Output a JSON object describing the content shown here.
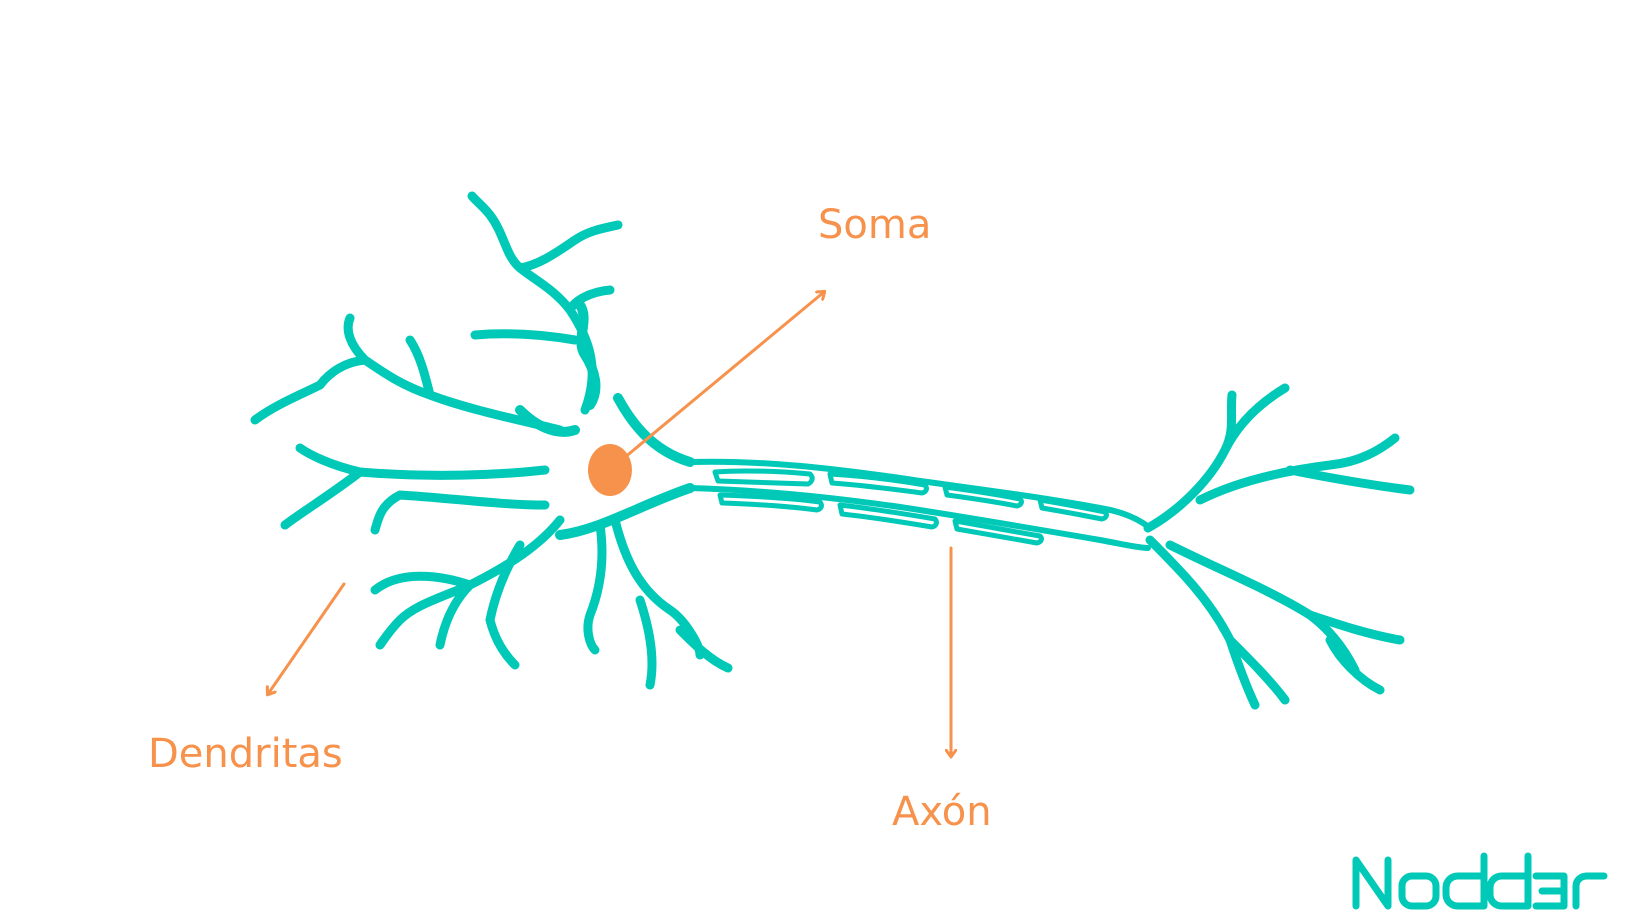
{
  "labels": {
    "soma": "Soma",
    "dendritas": "Dendritas",
    "axon": "Axón"
  },
  "logo": {
    "text": "Nodd3r"
  },
  "colors": {
    "neuron": "#00C9B7",
    "annotation": "#F7924C",
    "background": "#FFFFFF"
  }
}
